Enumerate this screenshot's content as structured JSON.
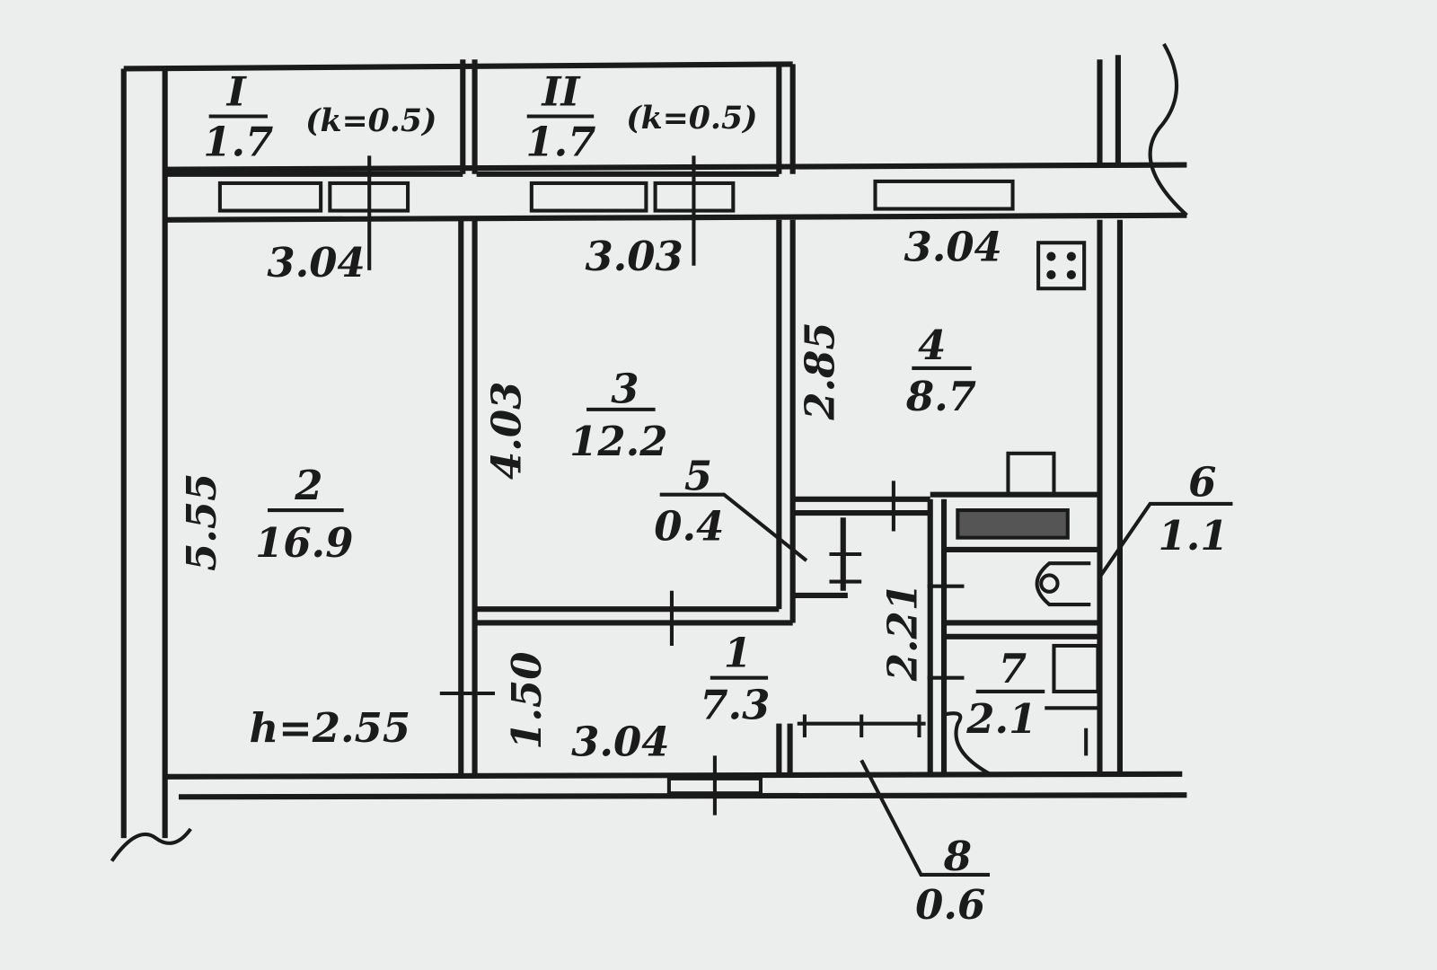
{
  "balconies": [
    {
      "number": "I",
      "area": "1.7",
      "coef": "(k=0.5)"
    },
    {
      "number": "II",
      "area": "1.7",
      "coef": "(k=0.5)"
    }
  ],
  "rooms": [
    {
      "number": "1",
      "area": "7.3"
    },
    {
      "number": "2",
      "area": "16.9"
    },
    {
      "number": "3",
      "area": "12.2"
    },
    {
      "number": "4",
      "area": "8.7"
    },
    {
      "number": "5",
      "area": "0.4"
    },
    {
      "number": "6",
      "area": "1.1"
    },
    {
      "number": "7",
      "area": "2.1"
    },
    {
      "number": "8",
      "area": "0.6"
    }
  ],
  "dimensions": {
    "room2_width": "3.04",
    "room3_width": "3.03",
    "kitchen_width": "3.04",
    "kitchen_depth": "2.85",
    "room3_depth": "4.03",
    "room2_depth": "5.55",
    "hall_depth": "1.50",
    "hall_width": "3.04",
    "corridor_length": "2.21",
    "ceiling_height": "h=2.55"
  }
}
